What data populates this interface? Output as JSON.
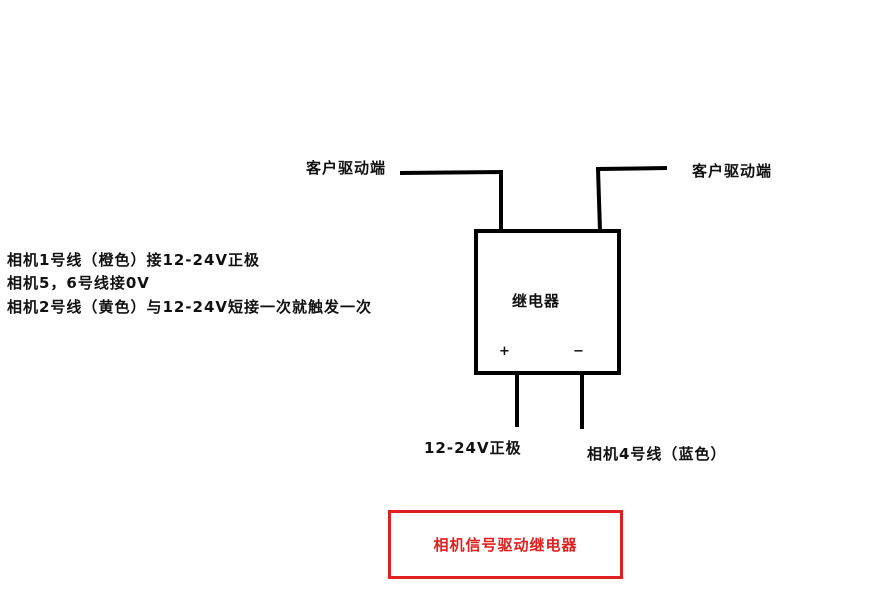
{
  "labels": {
    "client_left": "客户驱动端",
    "client_right": "客户驱动端",
    "relay": "继电器",
    "plus": "+",
    "minus": "−",
    "positive": "12-24V正极",
    "camera_wire4": "相机4号线（蓝色）",
    "notes": [
      "相机1号线（橙色）接12-24V正极",
      "相机5，6号线接0V",
      "相机2号线（黄色）与12-24V短接一次就触发一次"
    ],
    "title": "相机信号驱动继电器"
  },
  "colors": {
    "line": "#000000",
    "title": "#e02020"
  }
}
